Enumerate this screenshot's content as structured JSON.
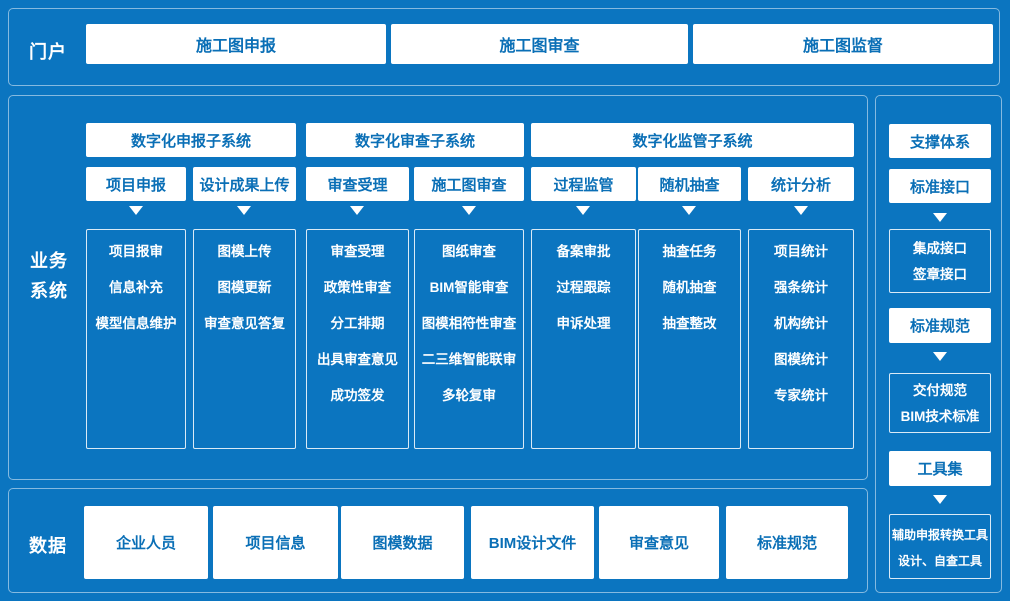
{
  "colors": {
    "background": "#0b75c0",
    "box_text_blue": "#0a6fb6",
    "white": "#ffffff",
    "section_border": "rgba(255,255,255,0.5)"
  },
  "portal": {
    "label": "门户",
    "items": [
      "施工图申报",
      "施工图审查",
      "施工图监督"
    ]
  },
  "business": {
    "label_lines": [
      "业务",
      "系统"
    ],
    "groups": [
      {
        "title": "数字化申报子系统",
        "columns": [
          {
            "name": "项目申报",
            "items": [
              "项目报审",
              "信息补充",
              "模型信息维护"
            ]
          },
          {
            "name": "设计成果上传",
            "items": [
              "图模上传",
              "图模更新",
              "审查意见答复"
            ]
          }
        ]
      },
      {
        "title": "数字化审查子系统",
        "columns": [
          {
            "name": "审查受理",
            "items": [
              "审查受理",
              "政策性审查",
              "分工排期",
              "出具审查意见",
              "成功签发"
            ]
          },
          {
            "name": "施工图审查",
            "items": [
              "图纸审查",
              "BIM智能审查",
              "图模相符性审查",
              "二三维智能联审",
              "多轮复审"
            ]
          }
        ]
      },
      {
        "title": "数字化监管子系统",
        "columns": [
          {
            "name": "过程监管",
            "items": [
              "备案审批",
              "过程跟踪",
              "申诉处理"
            ]
          },
          {
            "name": "随机抽查",
            "items": [
              "抽查任务",
              "随机抽查",
              "抽查整改"
            ]
          },
          {
            "name": "统计分析",
            "items": [
              "项目统计",
              "强条统计",
              "机构统计",
              "图模统计",
              "专家统计"
            ]
          }
        ]
      }
    ]
  },
  "data_section": {
    "label": "数据",
    "items": [
      "企业人员",
      "项目信息",
      "图模数据",
      "BIM设计文件",
      "审查意见",
      "标准规范"
    ]
  },
  "support": {
    "title": "支撑体系",
    "blocks": [
      {
        "header": "标准接口",
        "details": [
          "集成接口",
          "签章接口"
        ]
      },
      {
        "header": "标准规范",
        "details": [
          "交付规范",
          "BIM技术标准"
        ]
      },
      {
        "header": "工具集",
        "details": [
          "辅助申报转换工具",
          "设计、自查工具"
        ]
      }
    ]
  }
}
